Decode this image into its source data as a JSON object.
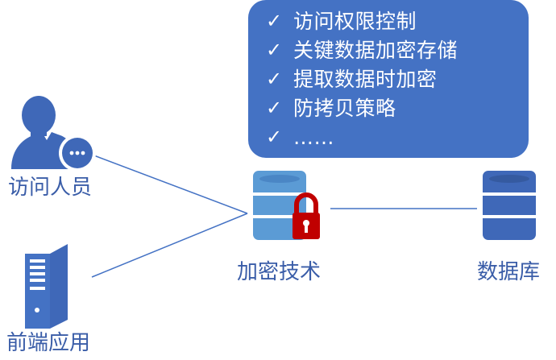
{
  "features": {
    "items": [
      {
        "check": "✓",
        "text": "访问权限控制"
      },
      {
        "check": "✓",
        "text": "关键数据加密存储"
      },
      {
        "check": "✓",
        "text": "提取数据时加密"
      },
      {
        "check": "✓",
        "text": "防拷贝策略"
      },
      {
        "check": "✓",
        "text": "……"
      }
    ]
  },
  "nodes": {
    "visitor": {
      "label": "访问人员",
      "icon": "user-with-chat-icon"
    },
    "frontend": {
      "label": "前端应用",
      "icon": "server-tower-icon"
    },
    "encryption": {
      "label": "加密技术",
      "icon": "database-with-lock-icon"
    },
    "database": {
      "label": "数据库",
      "icon": "database-icon"
    }
  },
  "colors": {
    "box": "#4472c4",
    "icon_dark": "#3f68b8",
    "icon_light": "#5b9bd5",
    "lock": "#c00000",
    "connector": "#4472c4",
    "label": "#3a5da8"
  }
}
